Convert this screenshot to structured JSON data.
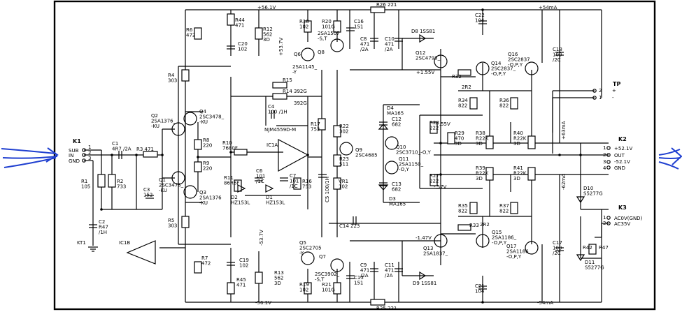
{
  "connectors": {
    "k1": {
      "name": "K1",
      "pins": [
        "SUB",
        "IN",
        "GND"
      ],
      "nums": [
        "1",
        "2",
        "3"
      ]
    },
    "k2": {
      "name": "K2",
      "pins": [
        "+52.1V",
        "OUT",
        "-52.1V",
        "GND"
      ],
      "nums": [
        "1",
        "2",
        "3",
        "4"
      ]
    },
    "k3": {
      "name": "K3",
      "pins": [
        "AC0V(GND)",
        "AC35V"
      ],
      "nums": [
        "1",
        "2"
      ]
    },
    "tp": {
      "name": "TP",
      "pins": [
        "+",
        "-"
      ],
      "nums": [
        "2",
        "1"
      ]
    },
    "kt": "KT1"
  },
  "rails": {
    "top_left": "+56.1V",
    "top_right": "+54mA",
    "bottom_left": "-56.1V",
    "bottom_right": "-54mA",
    "vertical_pos": "+53.7V",
    "vertical_neg": "-53.7V",
    "bias_top": "+1.55V",
    "bias_bot": "-1.47V",
    "mid_pos": "+.55V",
    "mid_neg": "-.57V",
    "current_pos": "+63mA",
    "current_neg": "-62mA"
  },
  "components": {
    "r1": "R1\n105",
    "r2": "R2\n733",
    "r3": "R3 471",
    "c1": "C1\n4R7 /2A",
    "c3": "C3\n152",
    "c2": "C2\nR47\n/1H",
    "r4": "R4\n303",
    "r5": "R5\n303",
    "r6": "R6\n472",
    "r7": "R7\n472",
    "r8": "R8\n220",
    "r9": "R9\n220",
    "q1": "Q1\n2SC3478_\n-KU",
    "q2": "Q2\n2SA1376_\n-KU",
    "q3": "Q3\n2SA1376\n-KU",
    "q4": "Q4\n2SC3478_\n-KU",
    "r10": "R10\n7680F",
    "r11": "R11\n86R6F",
    "r44": "R44\n471",
    "r45": "R45\n471",
    "c20": "C20\n102",
    "c19": "C19\n102",
    "r12": "R12\n562\n3D",
    "r13": "R13\n562\n3D",
    "r15": "R15",
    "r14": "R14 392G",
    "r14b": "392G",
    "c4": "C4\n100 /1H",
    "ic1a": "IC1A",
    "ic1b": "IC1B",
    "nm": "NJM4559D-M",
    "d1": "D1\nHZ153L",
    "d2": "D2\nHZ153L",
    "c6": "C6\n101\n/1C",
    "c7": "C7\n101\n/1C",
    "r16": "R16\n753",
    "r17": "R17\n753",
    "r18": "R18\n102",
    "r19": "R19\n102",
    "r20": "R20\n101G",
    "r21": "R21\n101G",
    "q5": "Q5\n2SC2705\n-Y",
    "q6": "Q6",
    "q7": "Q7",
    "q8": "Q8",
    "q5b": "2SA1145_\n-Y",
    "q8b": "2SA1507\n-S,T",
    "q7b": "2SC3902_\n-S,T",
    "c16": "C16\n151",
    "c15": "C15\n151",
    "c8": "C8\n471\n/2A",
    "c9": "C9\n471\n/2A",
    "c10": "C10\n471\n/2A",
    "c11": "C11\n471\n/2A",
    "r26": "R26 221",
    "r25": "R25 221",
    "c22": "C22\n104",
    "c21": "C21\n104",
    "d8": "D8 1SS81",
    "d9": "D9 1SS81",
    "r22": "R22\n302",
    "r23": "R23\n511",
    "vr1": "VR1\n102",
    "c5": "C5 100/1H",
    "c14": "C14 223",
    "q9": "Q9\n2SC4685",
    "d4": "D4\nMA165",
    "d3": "D3\nMA165",
    "c12": "C12\n682",
    "c13": "C13\n682",
    "q10": "Q10\n2SC3710_-O,Y",
    "q11": "Q11\n2SA1150_\n-O,Y",
    "r28": "R28\n222",
    "r27": "R27\n222",
    "r29": "R29\n470\n3D",
    "r32": "R32",
    "r33": "R33",
    "q12": "Q12\n2SC4793_",
    "q13": "Q13\n2SA1837_",
    "q14": "Q14\n2SC2837_\n-O,P,Y",
    "q15": "Q15\n2SA1186_\n-O,P,Y",
    "q16": "Q16\n2SC2837_\n-O,P,Y",
    "q17": "Q17\n2SA1186_\n-O,P,Y",
    "r34": "R34\n822",
    "r36": "R36\n822",
    "r35": "R35\n822",
    "r37": "R37\n822",
    "r38": "R38\nR22K\n3D",
    "r40": "R40\nR22K\n3D",
    "r39": "R39\nR22K\n3D",
    "r41": "R41\nR22K\n3D",
    "c18": "C18\n100\n/2C",
    "c17": "C17\n100\n/2C",
    "d10": "D10\nS5277G",
    "d11": "D11\nS5277G",
    "r42": "R42",
    "r47": "R47",
    "r2r": "2R2",
    "r2r2": "2R2"
  },
  "annotation_color": "#1f3fd0"
}
